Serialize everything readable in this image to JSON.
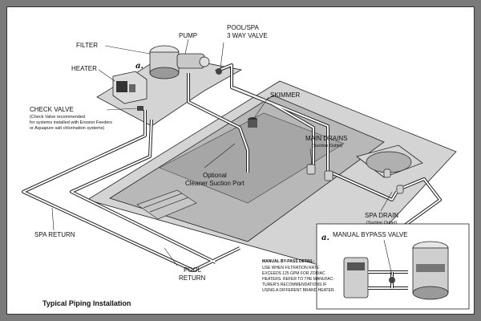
{
  "title": "Typical Piping Installation",
  "labels": {
    "filter": "FILTER",
    "heater": "HEATER",
    "pump": "PUMP",
    "valve_line1": "POOL/SPA",
    "valve_line2": "3 WAY VALVE",
    "check_valve": "CHECK VALVE",
    "check_note_1": "(Check Valve recommended",
    "check_note_2": "for systems installed with Erosion Feeders",
    "check_note_3": "or Aquapure salt chlorination systems)",
    "skimmer": "SKIMMER",
    "main_drains": "MAIN DRAINS",
    "main_drains_sub": "(Suction Outlet)",
    "optional_1": "Optional",
    "optional_2": "Cleaner Suction Port",
    "spa_drain": "SPA DRAIN",
    "spa_drain_sub": "(Suction Outlet)",
    "spa_return": "SPA RETURN",
    "pool_return_1": "POOL",
    "pool_return_2": "RETURN",
    "marker_a": "a.",
    "inset_marker": "a.",
    "manual_bypass": "MANUAL BYPASS VALVE"
  },
  "detail": {
    "heading": "MANUAL BY-PASS DETAIL:",
    "lines": [
      "USE WHEN FILTRATION RATE",
      "EXCEEDS 125 GPM FOR ZODIAC",
      "HEATERS. REFER TO THE MANUFAC-",
      "TURER'S RECOMMENDATIONS IF",
      "USING A DIFFERENT BRAND HEATER."
    ]
  },
  "colors": {
    "slab": "#d4d4d4",
    "pool": "#b8b8b8",
    "pipe": "#ffffff",
    "outline": "#222222"
  }
}
